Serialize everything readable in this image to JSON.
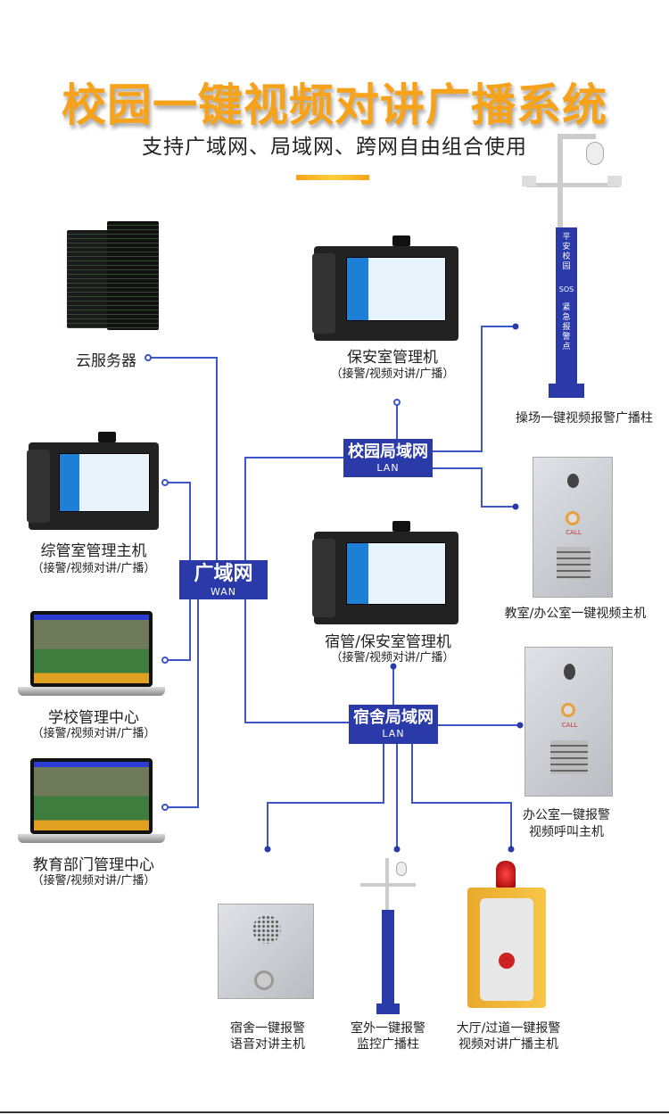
{
  "header": {
    "title": "校园一键视频对讲广播系统",
    "subtitle": "支持广域网、局域网、跨网自由组合使用"
  },
  "networks": {
    "wan": {
      "name": "广域网",
      "en": "WAN"
    },
    "campus_lan": {
      "name": "校园局域网",
      "en": "LAN"
    },
    "dorm_lan": {
      "name": "宿舍局域网",
      "en": "LAN"
    }
  },
  "devices": {
    "cloud_server": {
      "label": "云服务器"
    },
    "security_terminal": {
      "label": "保安室管理机",
      "sub": "（接警/视频对讲/广播）"
    },
    "playground_pole": {
      "label": "操场一键视频报警广播柱",
      "sign_top": "平安校园",
      "sign_sos": "SOS",
      "sign_bottom": "紧急报警点"
    },
    "admin_terminal": {
      "label": "综管室管理主机",
      "sub": "（接警/视频对讲/广播）"
    },
    "classroom_panel": {
      "label": "教室/办公室一键视频主机",
      "call": "CALL"
    },
    "school_center": {
      "label": "学校管理中心",
      "sub": "（接警/视频对讲/广播）"
    },
    "dorm_terminal": {
      "label": "宿管/保安室管理机",
      "sub": "（接警/视频对讲/广播）"
    },
    "office_panel": {
      "label1": "办公室一键报警",
      "label2": "视频呼叫主机",
      "call": "CALL"
    },
    "edu_center": {
      "label": "教育部门管理中心",
      "sub": "（接警/视频对讲/广播）"
    },
    "dorm_voice": {
      "label1": "宿舍一键报警",
      "label2": "语音对讲主机"
    },
    "outdoor_pole": {
      "label1": "室外一键报警",
      "label2": "监控广播柱"
    },
    "hall_kiosk": {
      "label1": "大厅/过道一键报警",
      "label2": "视频对讲广播主机"
    }
  },
  "colors": {
    "title": "#f7a21b",
    "network_box": "#2a3aa8",
    "line": "#3d56c8"
  }
}
